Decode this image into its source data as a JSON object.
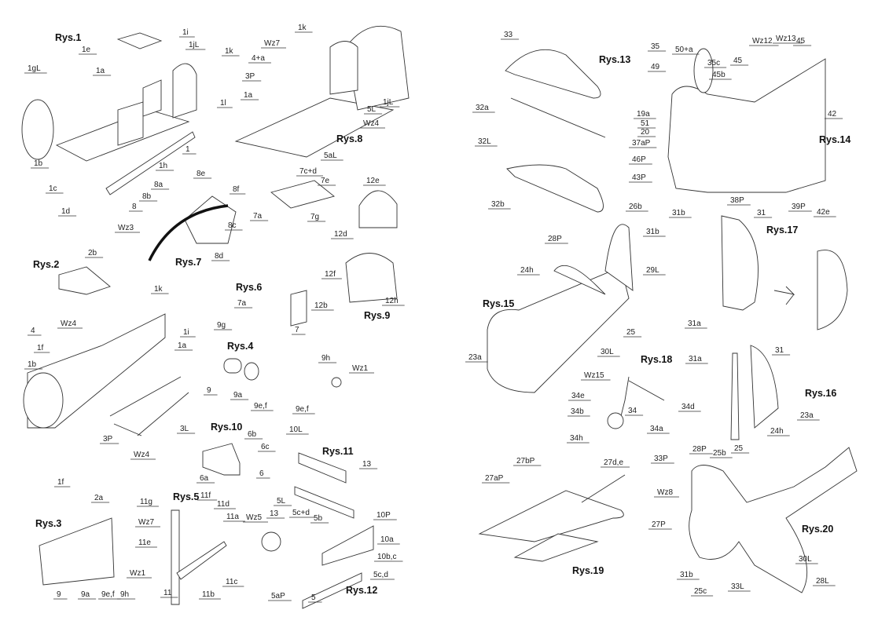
{
  "figures": [
    {
      "title": "Rys.1",
      "labels": [
        "1i",
        "1e",
        "1jL",
        "1k",
        "1gL",
        "1a",
        "1l",
        "1",
        "1b",
        "1h",
        "1c",
        "1d"
      ]
    },
    {
      "title": "Rys.8",
      "labels": [
        "1k",
        "Wz7",
        "4+a",
        "3P",
        "1a",
        "1jL",
        "5L",
        "Wz4",
        "5aL"
      ]
    },
    {
      "title": "Rys.7",
      "labels": [
        "8e",
        "8a",
        "8f",
        "8b",
        "8",
        "8c",
        "Wz3",
        "8d"
      ]
    },
    {
      "title": "Rys.6",
      "labels": [
        "7c+d",
        "7e",
        "7a",
        "7g",
        "7a",
        "7"
      ]
    },
    {
      "title": "Rys.9",
      "labels": [
        "12e",
        "12d",
        "12f",
        "12b",
        "12h"
      ]
    },
    {
      "title": "Rys.2",
      "labels": [
        "2b",
        "1k",
        "1i",
        "1a",
        "4",
        "Wz4",
        "1f",
        "1b",
        "3L",
        "3P",
        "Wz4"
      ]
    },
    {
      "title": "Rys.4",
      "labels": [
        "9g",
        "9",
        "9a",
        "9e,f",
        "9e,f",
        "9h",
        "Wz1"
      ]
    },
    {
      "title": "Rys.10",
      "labels": [
        "6b",
        "6c",
        "6a",
        "6"
      ]
    },
    {
      "title": "Rys.11",
      "labels": [
        "10L",
        "13",
        "5L",
        "5c+d",
        "5b"
      ]
    },
    {
      "title": "Rys.12",
      "labels": [
        "Wz5",
        "13",
        "10P",
        "10a",
        "10b,c",
        "5c,d",
        "5aP",
        "5"
      ]
    },
    {
      "title": "Rys.3",
      "labels": [
        "1f",
        "2a",
        "9",
        "9a",
        "9e,f",
        "9h",
        "Wz1"
      ]
    },
    {
      "title": "Rys.5",
      "labels": [
        "11g",
        "11f",
        "11d",
        "11a",
        "Wz7",
        "11e",
        "11c",
        "11",
        "11b"
      ]
    },
    {
      "title": "Rys.13",
      "labels": [
        "33",
        "32a",
        "32L",
        "32b"
      ]
    },
    {
      "title": "Rys.14",
      "labels": [
        "35",
        "50+a",
        "49",
        "35c",
        "45",
        "45b",
        "Wz12",
        "Wz13",
        "45",
        "42",
        "19a",
        "51",
        "20",
        "37aP",
        "46P",
        "43P",
        "38P",
        "39P",
        "42e"
      ]
    },
    {
      "title": "Rys.15",
      "labels": [
        "26b",
        "31b",
        "28P",
        "29L",
        "24h",
        "23a",
        "25",
        "30L"
      ]
    },
    {
      "title": "Rys.17",
      "labels": [
        "31b",
        "31",
        "31a"
      ]
    },
    {
      "title": "Rys.18",
      "labels": [
        "Wz15",
        "34e",
        "34",
        "34d",
        "34b",
        "34a",
        "34h"
      ]
    },
    {
      "title": "Rys.16",
      "labels": [
        "31a",
        "31"
      ]
    },
    {
      "title": "Rys.19",
      "labels": [
        "27bP",
        "27d,e",
        "27aP",
        "Wz8",
        "27P"
      ]
    },
    {
      "title": "Rys.20",
      "labels": [
        "23a",
        "24h",
        "28P",
        "25b",
        "25",
        "33P",
        "30L",
        "28L",
        "31b",
        "25c",
        "33L"
      ]
    }
  ]
}
